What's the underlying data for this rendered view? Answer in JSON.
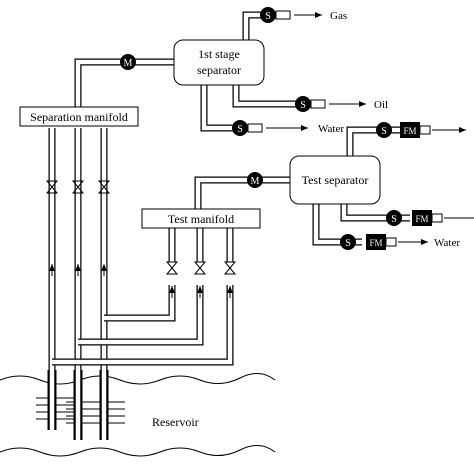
{
  "labels": {
    "gas": "Gas",
    "oil": "Oil",
    "water_top": "Water",
    "water_bottom": "Water",
    "first_stage_line1": "1st stage",
    "first_stage_line2": "separator",
    "test_separator": "Test separator",
    "separation_manifold": "Separation manifold",
    "test_manifold": "Test manifold",
    "reservoir": "Reservoir"
  },
  "symbols": {
    "sensor": "S",
    "motor_valve": "M",
    "flow_meter": "FM"
  },
  "colors": {
    "line": "#000000",
    "background": "#ffffff"
  }
}
